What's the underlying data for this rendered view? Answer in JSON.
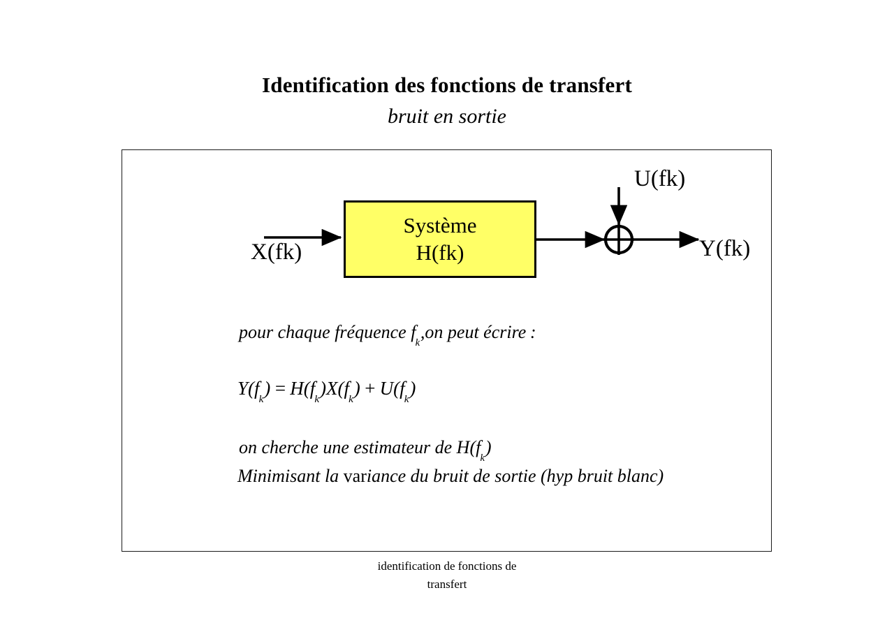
{
  "slide": {
    "title": "Identification des fonctions de transfert",
    "subtitle": "bruit en sortie"
  },
  "diagram": {
    "input_label": "X(fk)",
    "noise_label": "U(fk)",
    "output_label": "Y(fk)",
    "block": {
      "line1": "Système",
      "line2": "H(fk)",
      "fill_color": "#FFFF66",
      "border_color": "#000000"
    },
    "summing_junction": "plus-circle-icon",
    "arrows": [
      "input-arrow",
      "block-to-sum-arrow",
      "noise-down-arrow",
      "output-arrow"
    ]
  },
  "body": {
    "intro": {
      "pre": "pour chaque fréquence ",
      "var": "f",
      "sub": "k",
      "post": ",on peut écrire",
      "colon": ":"
    },
    "equation": {
      "lhs_fn": "Y",
      "open": "(",
      "var": "f",
      "sub": "k",
      "close": ")",
      "eq": "=",
      "h": "H",
      "x": "X",
      "plus": "+",
      "u": "U",
      "full_text": "Y(f k ) = H(f k )X(f k ) + U(f k )"
    },
    "estimator": {
      "text": "on cherche une estimateur de ",
      "fn": "H",
      "open": "(",
      "var": "f",
      "sub": "k",
      "close": ")"
    },
    "minimise": {
      "pre": "Minimisant la ",
      "var_upright": "var",
      "post": "iance du bruit de sortie ",
      "paren": "(hyp bruit blanc)"
    }
  },
  "footer": {
    "line1": "identification de fonctions de",
    "line2": "transfert"
  }
}
